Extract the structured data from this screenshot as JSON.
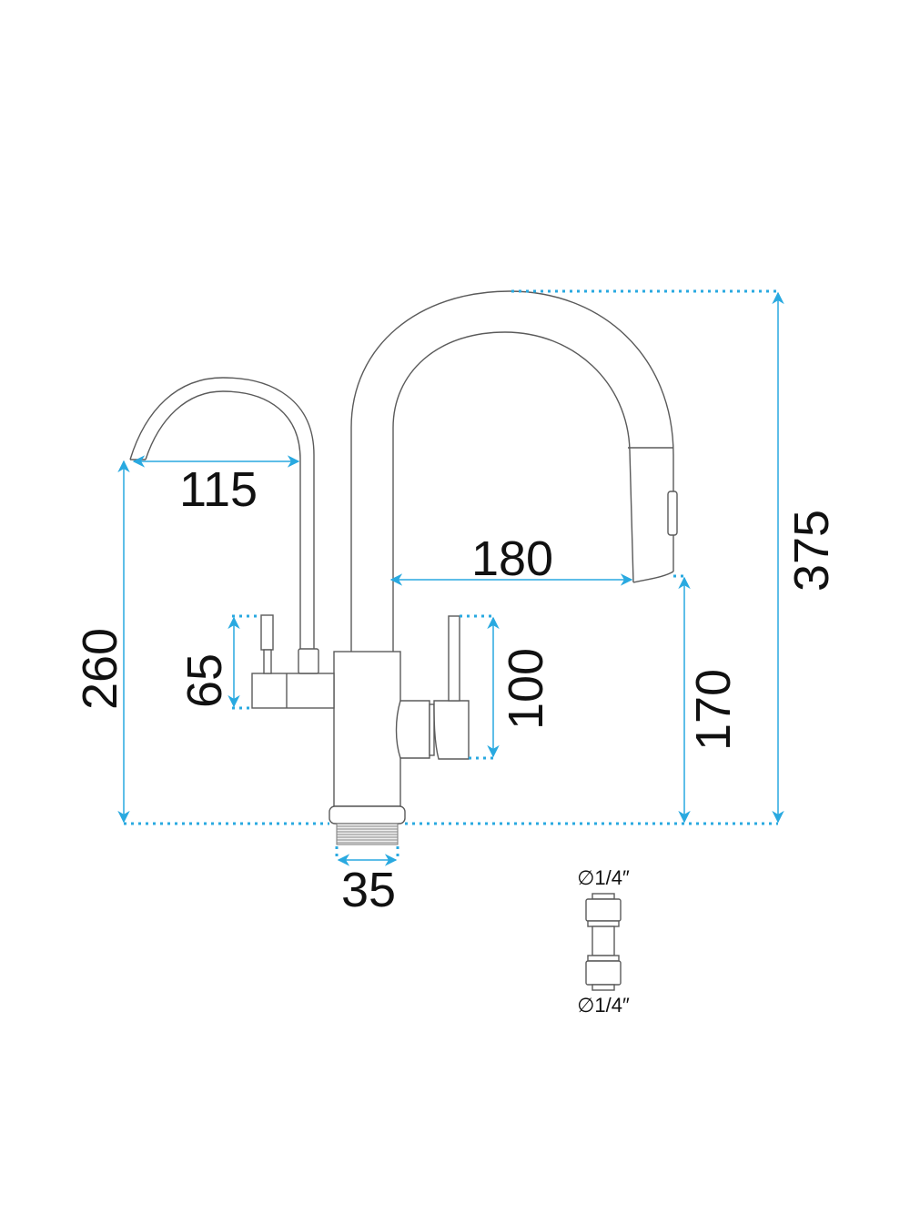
{
  "dimensions": {
    "small_spout_reach": "115",
    "small_spout_height": "260",
    "small_handle_height": "65",
    "main_handle_height": "100",
    "main_spout_reach": "180",
    "main_spout_outlet_height": "170",
    "total_height": "375",
    "thread_diameter": "35"
  },
  "connector": {
    "top_label": "∅1/4″",
    "bottom_label": "∅1/4″"
  },
  "colors": {
    "dimension": "#29a9e0",
    "outline": "#5a5a5a"
  }
}
